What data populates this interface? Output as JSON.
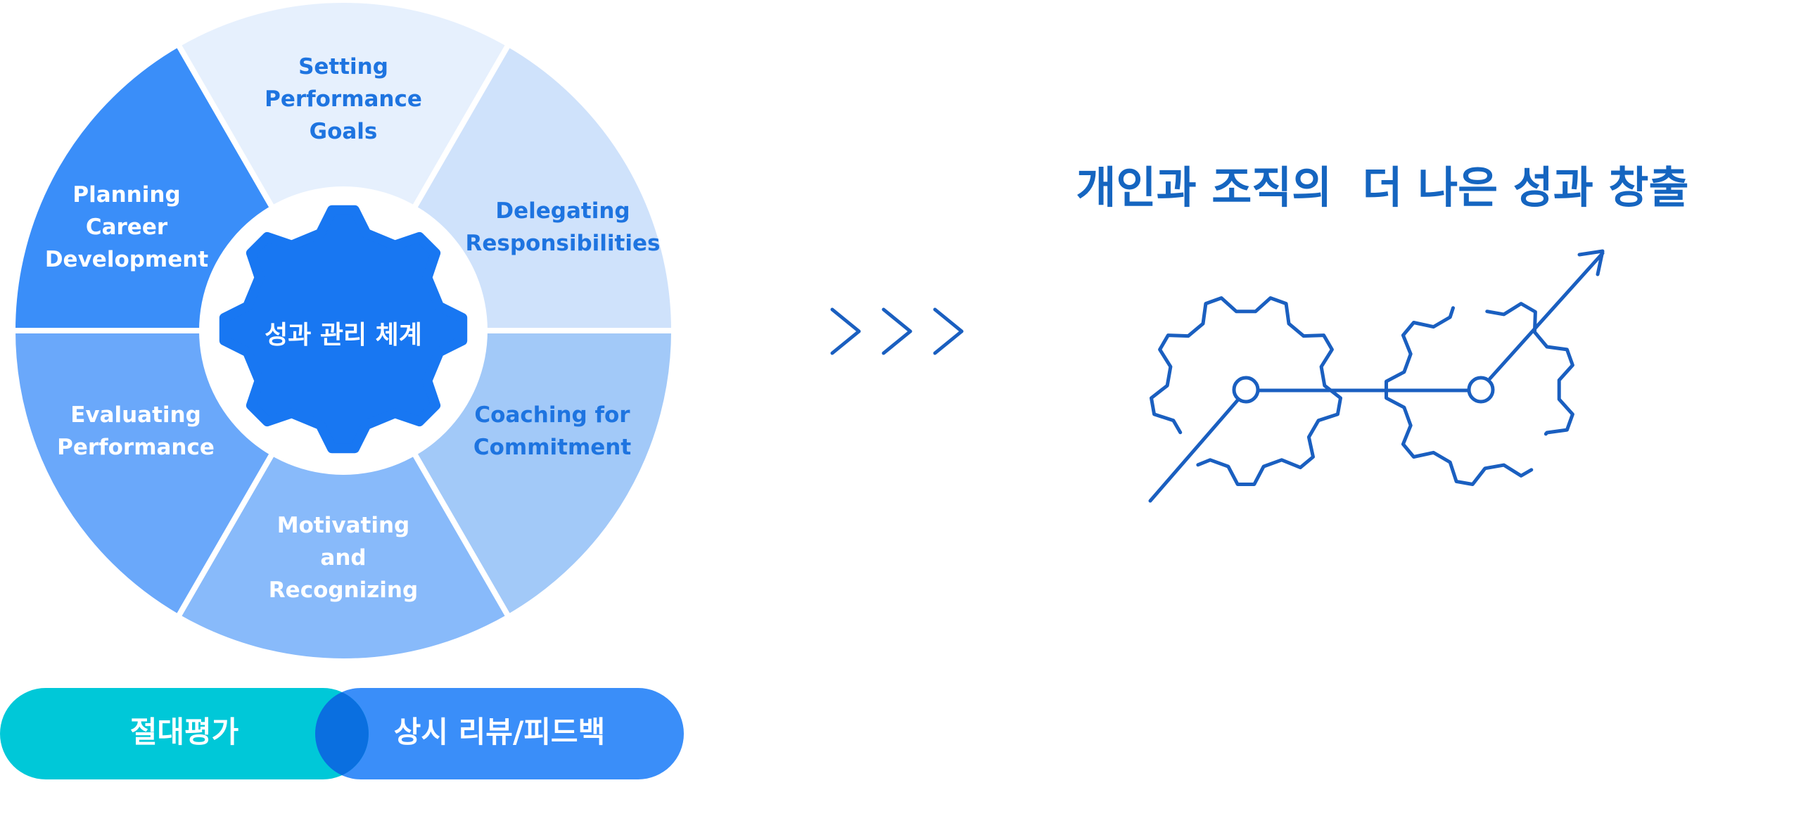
{
  "cycle": {
    "center_label": "성과 관리 체계",
    "segments": [
      {
        "lines": [
          "Setting",
          "Performance",
          "Goals"
        ],
        "fill": "#e6f0fd",
        "text_color": "#1e74e0"
      },
      {
        "lines": [
          "Delegating",
          "Responsibilities"
        ],
        "fill": "#cfe2fb",
        "text_color": "#1e74e0"
      },
      {
        "lines": [
          "Coaching for",
          "Commitment"
        ],
        "fill": "#a2c9f8",
        "text_color": "#1e74e0"
      },
      {
        "lines": [
          "Motivating",
          "and",
          "Recognizing"
        ],
        "fill": "#88bafa",
        "text_color": "#ffffff"
      },
      {
        "lines": [
          "Evaluating",
          "Performance"
        ],
        "fill": "#6aa8fa",
        "text_color": "#ffffff"
      },
      {
        "lines": [
          "Planning",
          "Career",
          "Development"
        ],
        "fill": "#3a8ef9",
        "text_color": "#ffffff"
      }
    ],
    "gear_color": "#1877f2"
  },
  "pills": {
    "left": {
      "label": "절대평가",
      "color": "#00c8d8"
    },
    "right": {
      "label": "상시 리뷰/피드백",
      "color": "#3a8ef9"
    },
    "overlap_color": "#0a6fe0"
  },
  "arrows_icon": "triple-chevron-right-icon",
  "result": {
    "title": "개인과 조직의  더 나은 성과 창출",
    "title_color": "#1565c0",
    "illustration_icon": "gears-growth-arrow-icon",
    "line_color": "#1a5fc0"
  }
}
